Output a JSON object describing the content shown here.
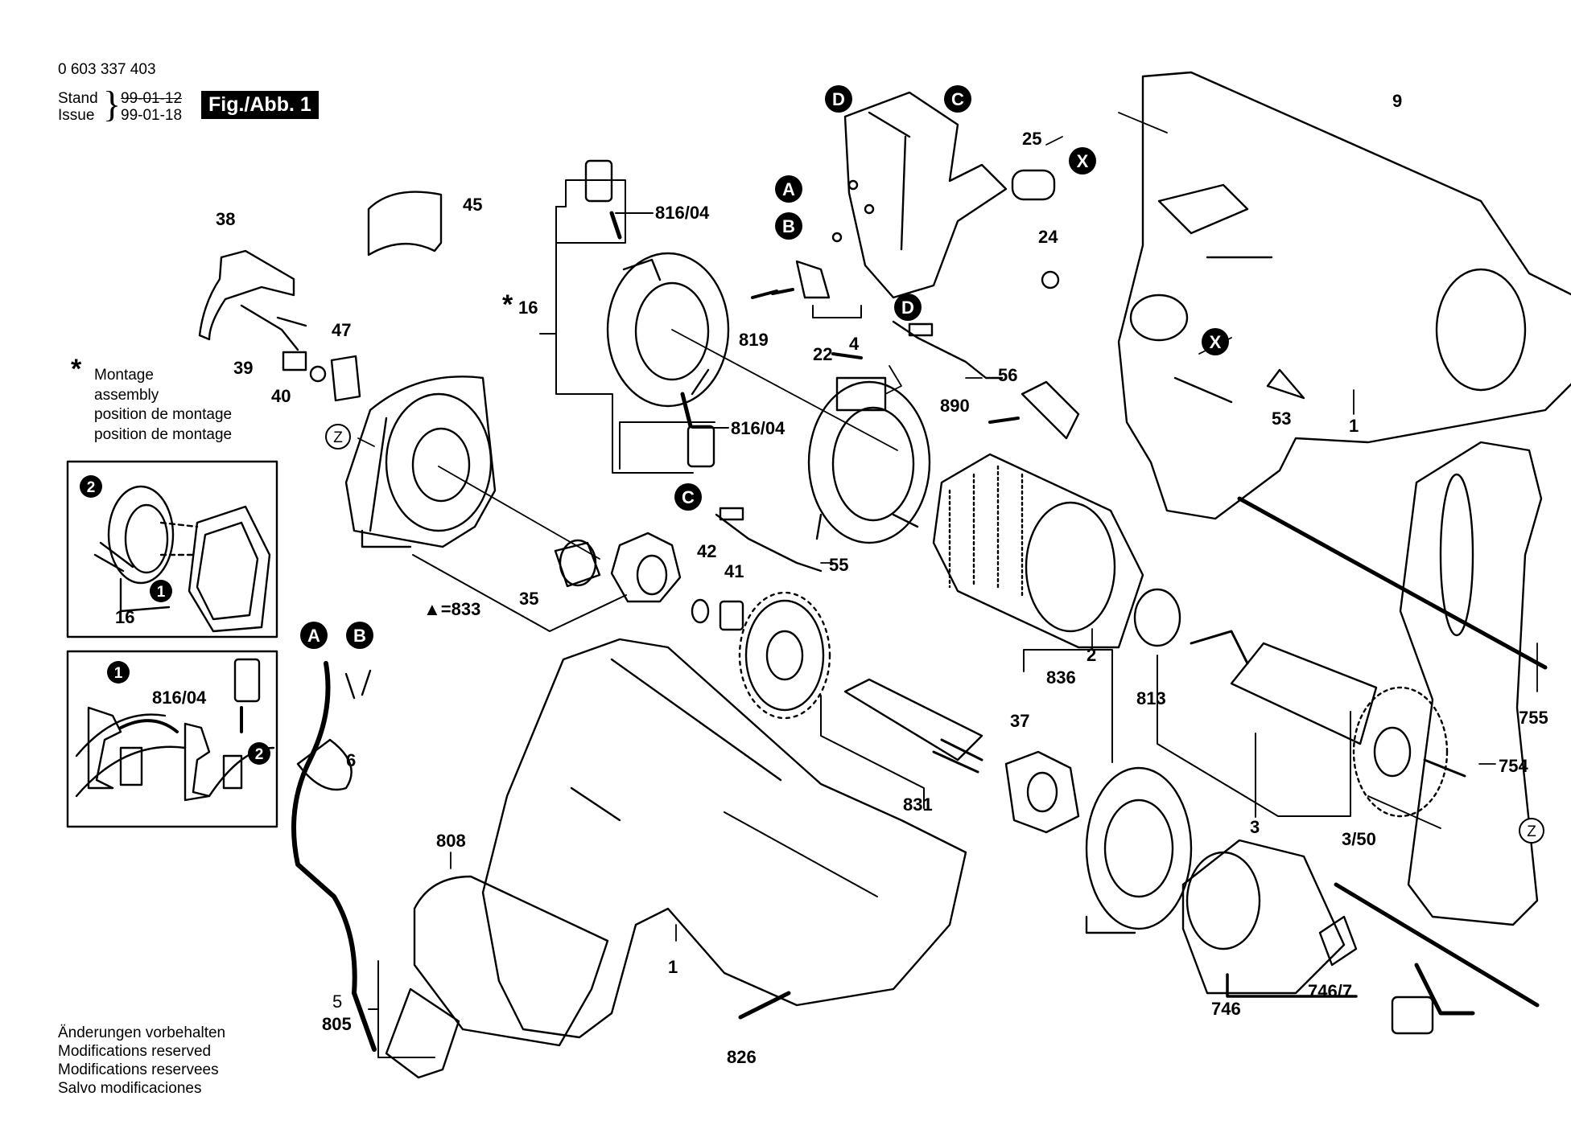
{
  "header": {
    "part_number": "0 603 337 403",
    "stand_label": "Stand",
    "stand_date": "99-01-12",
    "issue_label": "Issue",
    "issue_date": "99-01-18",
    "figure_label": "Fig./Abb. 1"
  },
  "assembly_note": {
    "star": "*",
    "lines": [
      "Montage",
      "assembly",
      "position de montage",
      "position de montage"
    ]
  },
  "footer_lines": [
    "Änderungen vorbehalten",
    "Modifications reserved",
    "Modifications reservees",
    "Salvo modificaciones"
  ],
  "callouts": {
    "A": "A",
    "B": "B",
    "C": "C",
    "D": "D",
    "X": "X",
    "Z": "Z",
    "step1": "1",
    "step2": "2"
  },
  "parts": {
    "p1": "1",
    "p2": "2",
    "p3": "3",
    "p3_50": "3/50",
    "p4": "4",
    "p5": "5",
    "p6": "6",
    "p9": "9",
    "p16": "16",
    "p16_star": "16",
    "p22": "22",
    "p24": "24",
    "p25": "25",
    "p35": "35",
    "p37": "37",
    "p38": "38",
    "p39": "39",
    "p40": "40",
    "p41": "41",
    "p42": "42",
    "p45": "45",
    "p47": "47",
    "p53": "53",
    "p55": "55",
    "p56": "56",
    "p746": "746",
    "p746_7": "746/7",
    "p754": "754",
    "p755": "755",
    "p805": "805",
    "p808": "808",
    "p813": "813",
    "p816_04": "816/04",
    "p819": "819",
    "p826": "826",
    "p831": "831",
    "p833": "▲=833",
    "p836": "836",
    "p890": "890"
  }
}
